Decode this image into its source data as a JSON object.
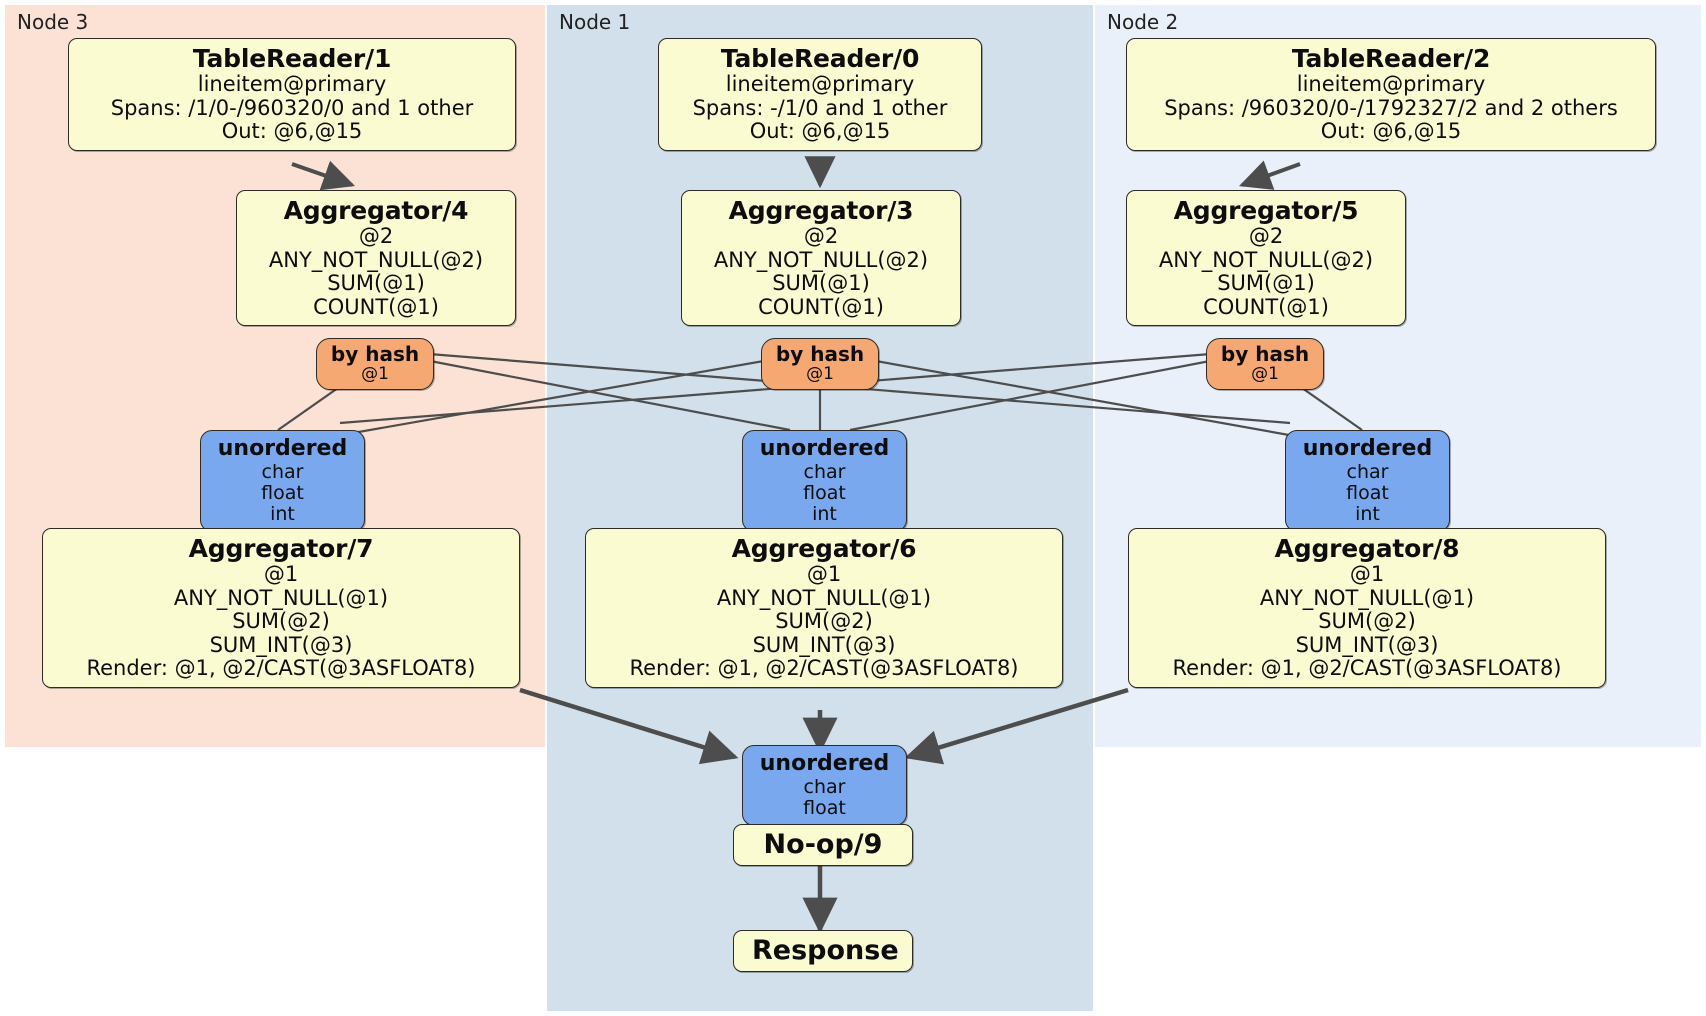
{
  "diagram": {
    "type": "distributed-query-execution-plan",
    "panels": [
      {
        "id": "node3",
        "label": "Node 3",
        "color": "#fbe2d5"
      },
      {
        "id": "node1",
        "label": "Node 1",
        "color": "#d2e0eb"
      },
      {
        "id": "node2",
        "label": "Node 2",
        "color": "#eaf0fa"
      }
    ],
    "readers": [
      {
        "title": "TableReader/1",
        "table": "lineitem@primary",
        "spans": "Spans: /1/0-/960320/0 and 1 other",
        "out": "Out: @6,@15"
      },
      {
        "title": "TableReader/0",
        "table": "lineitem@primary",
        "spans": "Spans: -/1/0 and 1 other",
        "out": "Out: @6,@15"
      },
      {
        "title": "TableReader/2",
        "table": "lineitem@primary",
        "spans": "Spans: /960320/0-/1792327/2 and 2 others",
        "out": "Out: @6,@15"
      }
    ],
    "aggregators_top": [
      {
        "title": "Aggregator/4",
        "group": "@2",
        "aggs": [
          "ANY_NOT_NULL(@2)",
          "SUM(@1)",
          "COUNT(@1)"
        ]
      },
      {
        "title": "Aggregator/3",
        "group": "@2",
        "aggs": [
          "ANY_NOT_NULL(@2)",
          "SUM(@1)",
          "COUNT(@1)"
        ]
      },
      {
        "title": "Aggregator/5",
        "group": "@2",
        "aggs": [
          "ANY_NOT_NULL(@2)",
          "SUM(@1)",
          "COUNT(@1)"
        ]
      }
    ],
    "routers": [
      {
        "title": "by hash",
        "cols": "@1"
      },
      {
        "title": "by hash",
        "cols": "@1"
      },
      {
        "title": "by hash",
        "cols": "@1"
      }
    ],
    "synchronizers_mid": [
      {
        "title": "unordered",
        "types": [
          "char",
          "float",
          "int"
        ]
      },
      {
        "title": "unordered",
        "types": [
          "char",
          "float",
          "int"
        ]
      },
      {
        "title": "unordered",
        "types": [
          "char",
          "float",
          "int"
        ]
      }
    ],
    "aggregators_bottom": [
      {
        "title": "Aggregator/7",
        "group": "@1",
        "aggs": [
          "ANY_NOT_NULL(@1)",
          "SUM(@2)",
          "SUM_INT(@3)"
        ],
        "render": "Render: @1, @2/CAST(@3ASFLOAT8)"
      },
      {
        "title": "Aggregator/6",
        "group": "@1",
        "aggs": [
          "ANY_NOT_NULL(@1)",
          "SUM(@2)",
          "SUM_INT(@3)"
        ],
        "render": "Render: @1, @2/CAST(@3ASFLOAT8)"
      },
      {
        "title": "Aggregator/8",
        "group": "@1",
        "aggs": [
          "ANY_NOT_NULL(@1)",
          "SUM(@2)",
          "SUM_INT(@3)"
        ],
        "render": "Render: @1, @2/CAST(@3ASFLOAT8)"
      }
    ],
    "final_sync": {
      "title": "unordered",
      "types": [
        "char",
        "float"
      ]
    },
    "noop": {
      "title": "No-op/9"
    },
    "response": {
      "title": "Response"
    },
    "colors": {
      "processor_fill": "#fbfbd2",
      "router_fill": "#f6a873",
      "sync_fill": "#7aa8ee",
      "edge": "#4d4d4d",
      "stroke": "#2e2a24"
    }
  }
}
